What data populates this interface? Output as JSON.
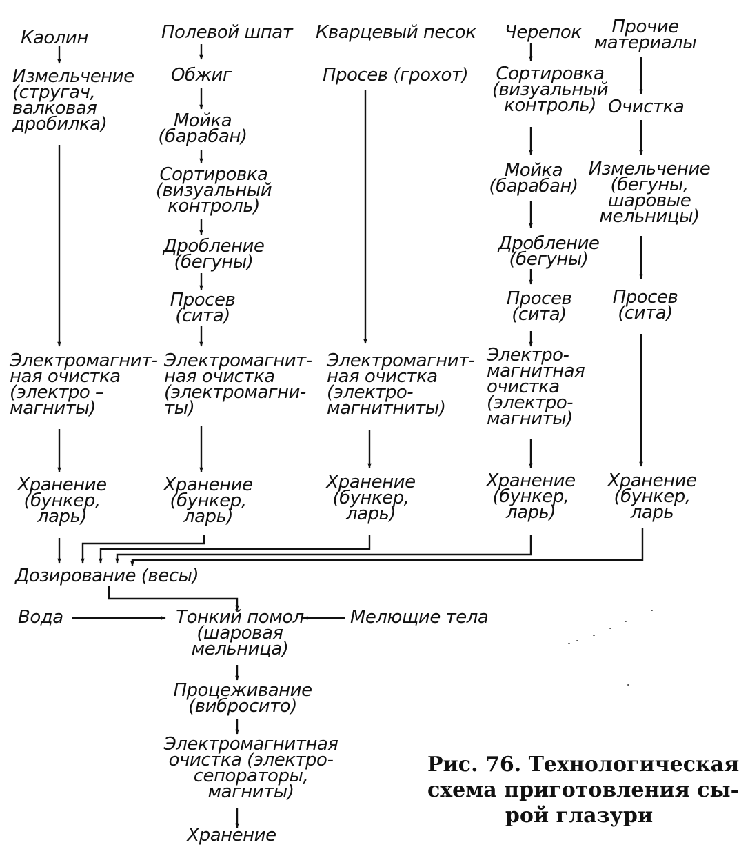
{
  "nodes": {
    "kaolin": "Каолин",
    "kaolin_grind": "Измельчение\n(стругач,\nвалковая\nдробилка)",
    "kaolin_emag": "Электромагнит-\nная очистка\n(электро –\nмагниты)",
    "kaolin_store": "Хранение\n(бункер,\nларь)",
    "feldspar": "Полевой шпат",
    "feldspar_fire": "Обжиг",
    "feldspar_wash": "Мойка\n(барабан)",
    "feldspar_sort": "Сортировка\n(визуальный\nконтроль)",
    "feldspar_crush": "Дробление\n(бегуны)",
    "feldspar_sieve": "Просев\n(сита)",
    "feldspar_emag": "Электромагнит-\nная очистка\n(электромагни-\nты)",
    "feldspar_store": "Хранение\n(бункер,\nларь)",
    "quartz": "Кварцевый песок",
    "quartz_screen": "Просев (грохот)",
    "quartz_emag": "Электромагнит-\nная очистка\n(электро-\nмагнитниты)",
    "quartz_store": "Хранение\n(бункер,\nларь)",
    "cullet": "Черепок",
    "cullet_sort": "Сортировка\n(визуальный\nконтроль)",
    "cullet_wash": "Мойка\n(барабан)",
    "cullet_crush": "Дробление\n(бегуны)",
    "cullet_sieve": "Просев\n(сита)",
    "cullet_emag": "Электро-\nмагнитная\nочистка\n(электро-\nмагниты)",
    "cullet_store": "Хранение\n(бункер,\nларь)",
    "other": "Прочие\nматериалы",
    "other_clean": "Очистка",
    "other_grind": "Измельчение\n(бегуны,\nшаровые\nмельницы)",
    "other_sieve": "Просев\n(сита)",
    "other_store": "Хранение\n(бункер,\nларь",
    "dosing": "Дозирование (весы)",
    "water": "Вода",
    "milling": "Тонкий помол\n(шаровая\nмельница)",
    "grinding_media": "Мелющие тела",
    "straining": "Процеживание\n(вибросито)",
    "final_emag": "Электромагнитная\nочистка (электро-\nсепораторы,\nмагниты)",
    "final_store": "Хранение"
  },
  "caption": "Рис. 76. Технологическая\nсхема приготовления сы-\nрой глазури",
  "colors": {
    "ink": "#111111",
    "paper": "#ffffff"
  }
}
